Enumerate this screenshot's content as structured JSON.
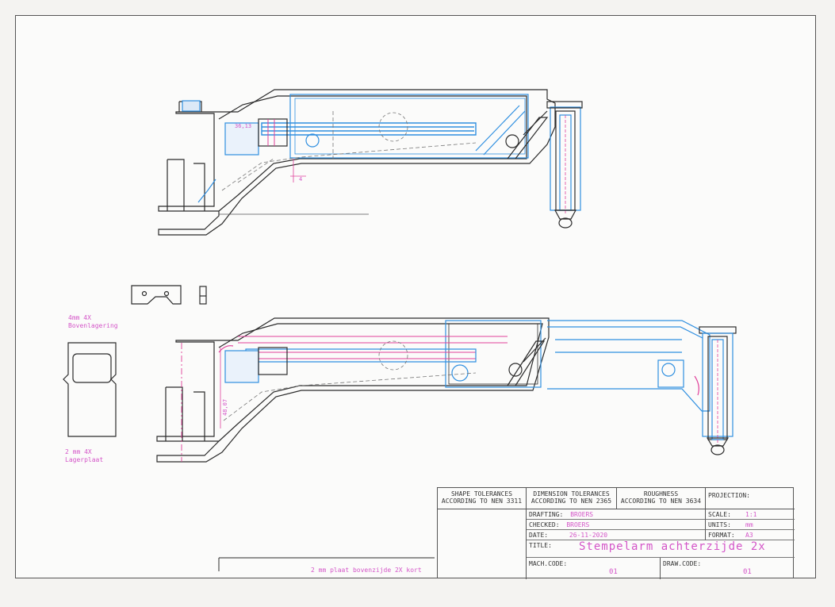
{
  "notes": {
    "bovenlagering_qty": "4mm 4X",
    "bovenlagering_name": "Bovenlagering",
    "lagerplaat_qty": "2 mm 4X",
    "lagerplaat_name": "Lagerplaat",
    "bottom_note": "2 mm plaat bovenzijde 2X kort"
  },
  "dimensions": {
    "top_dim": "36,13",
    "top_small": "4",
    "bottom_vertical": "48,07"
  },
  "title_block": {
    "shape_tol_l1": "SHAPE TOLERANCES",
    "shape_tol_l2": "ACCORDING TO NEN 3311",
    "dim_tol_l1": "DIMENSION TOLERANCES",
    "dim_tol_l2": "ACCORDING TO NEN 2365",
    "rough_l1": "ROUGHNESS",
    "rough_l2": "ACCORDING TO NEN 3634",
    "projection_label": "PROJECTION:",
    "drafting_label": "DRAFTING:",
    "drafting_value": "BROERS",
    "checked_label": "CHECKED:",
    "checked_value": "BROERS",
    "date_label": "DATE:",
    "date_value": "26-11-2020",
    "title_label": "TITLE:",
    "title_value": "Stempelarm achterzijde 2x",
    "scale_label": "SCALE:",
    "scale_value": "1:1",
    "units_label": "UNITS:",
    "units_value": "mm",
    "format_label": "FORMAT:",
    "format_value": "A3",
    "mach_label": "MACH.CODE:",
    "mach_value": "01",
    "draw_label": "DRAW.CODE:",
    "draw_value": "01"
  },
  "colors": {
    "line": "#2b2b2b",
    "blue": "#2f8fe0",
    "magenta": "#e0409a"
  }
}
